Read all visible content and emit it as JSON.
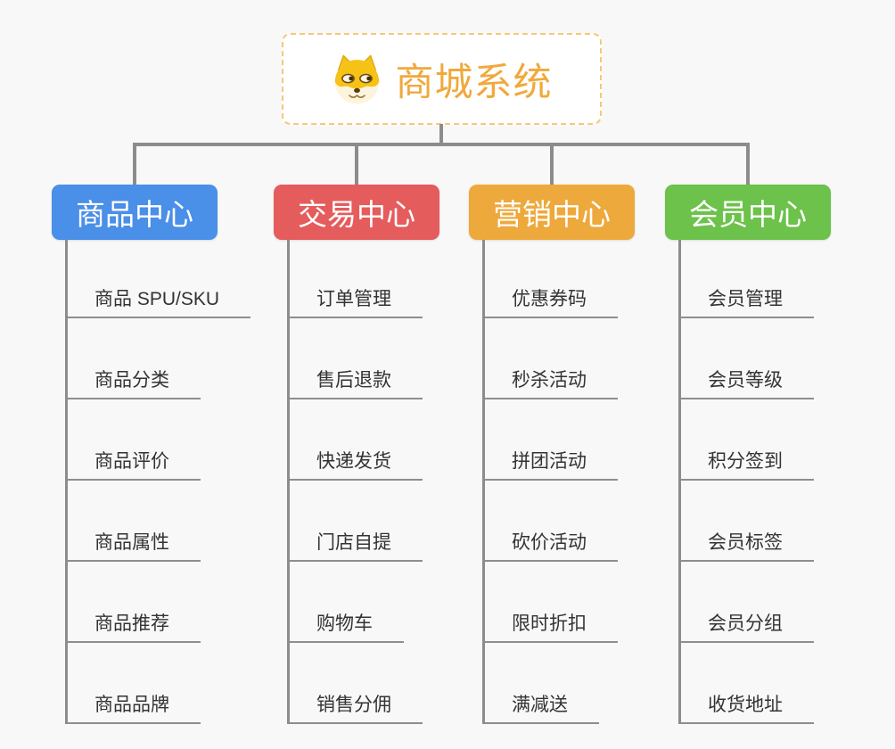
{
  "canvas": {
    "background_color": "#f8f8f8",
    "connector_color": "#8c8c8c"
  },
  "root": {
    "title": "商城系统",
    "icon": "shiba-dog-face-icon",
    "title_color": "#f0a93c",
    "border_color": "#f6c879"
  },
  "branches": [
    {
      "label": "商品中心",
      "color": "#4a8fe8",
      "children": [
        "商品 SPU/SKU",
        "商品分类",
        "商品评价",
        "商品属性",
        "商品推荐",
        "商品品牌"
      ]
    },
    {
      "label": "交易中心",
      "color": "#e55c5c",
      "children": [
        "订单管理",
        "售后退款",
        "快递发货",
        "门店自提",
        "购物车",
        "销售分佣"
      ]
    },
    {
      "label": "营销中心",
      "color": "#eda93b",
      "children": [
        "优惠券码",
        "秒杀活动",
        "拼团活动",
        "砍价活动",
        "限时折扣",
        "满减送"
      ]
    },
    {
      "label": "会员中心",
      "color": "#6cc24a",
      "children": [
        "会员管理",
        "会员等级",
        "积分签到",
        "会员标签",
        "会员分组",
        "收货地址"
      ]
    }
  ]
}
